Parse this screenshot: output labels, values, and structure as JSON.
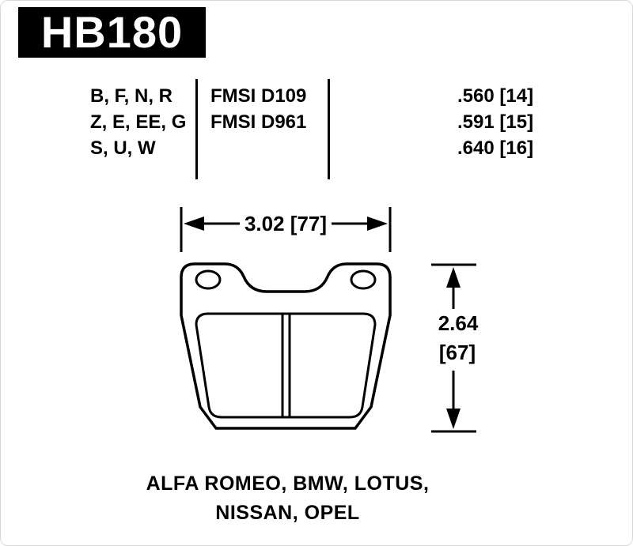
{
  "frame": {
    "part_number": "HB180"
  },
  "spec_table": {
    "rows": [
      {
        "codes": "B, F, N, R",
        "fmsi": "FMSI D109",
        "thickness": ".560 [14]"
      },
      {
        "codes": "Z, E, EE, G",
        "fmsi": "FMSI D961",
        "thickness": ".591 [15]"
      },
      {
        "codes": "S, U, W",
        "fmsi": "",
        "thickness": ".640 [16]"
      }
    ]
  },
  "dimensions": {
    "width_label": "3.02 [77]",
    "height_in": "2.64",
    "height_mm": "[67]"
  },
  "applications": {
    "line1": "ALFA ROMEO, BMW, LOTUS,",
    "line2": "NISSAN, OPEL"
  },
  "colors": {
    "ink": "#000000",
    "part_box_bg": "#000000",
    "part_box_text": "#ffffff",
    "background": "#ffffff"
  }
}
